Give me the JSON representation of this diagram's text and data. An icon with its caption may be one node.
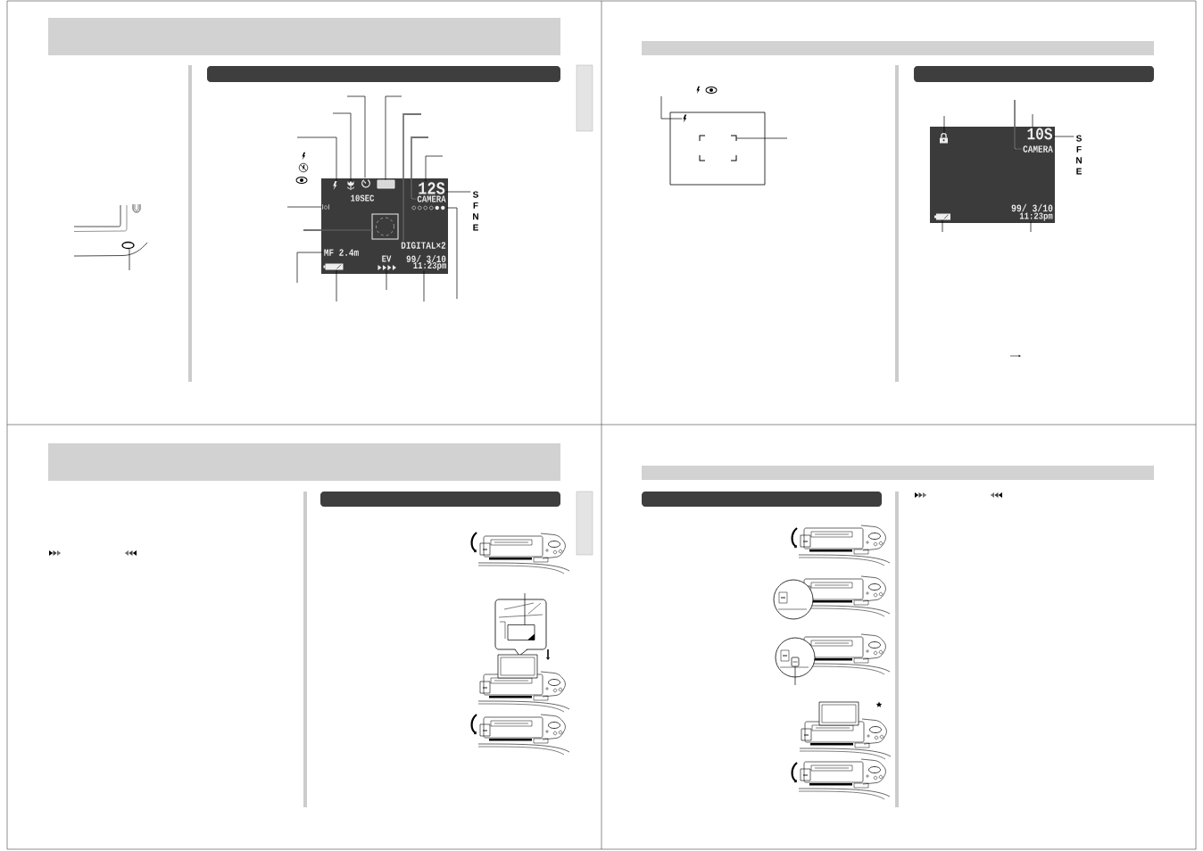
{
  "diagram": {
    "nodes": [
      {
        "text": [],
        "shape": "ellipse"
      },
      {
        "text": [],
        "shape": "box"
      },
      {
        "text": [],
        "shape": "picture",
        "in": 1
      },
      {
        "text": [],
        "shape": "picture",
        "in": 1
      },
      {
        "text": [],
        "shape": "picture",
        "in": 1
      },
      {
        "text": [],
        "shape": "box",
        "in": 1
      },
      {
        "text": [
          "10SEC"
        ],
        "in": 1
      },
      {
        "text": [
          "12S"
        ],
        "in": 1
      },
      {
        "text": [
          "CAMERA"
        ],
        "in": 1
      },
      {
        "text": [],
        "shape": "picture",
        "in": 1
      },
      {
        "text": [],
        "shape": "picture",
        "in": 1
      },
      {
        "text": [],
        "shape": "box",
        "in": 1
      },
      {
        "text": [
          "DIGITAL×2"
        ],
        "in": 1
      },
      {
        "text": [
          "MF 2.4m"
        ],
        "in": 1
      },
      {
        "text": [],
        "shape": "picture",
        "in": 1
      },
      {
        "text": [
          "EV"
        ],
        "in": 1
      },
      {
        "text": [],
        "shape": "picture",
        "in": 1
      },
      {
        "text": [
          "99/ 3/10"
        ],
        "in": 1
      },
      {
        "text": [
          "11:23pm"
        ],
        "in": 1
      },
      {
        "text": [],
        "shape": "box"
      },
      {
        "text": [],
        "shape": "picture",
        "in": 19
      },
      {
        "text": [],
        "shape": "picture",
        "in": 19
      },
      {
        "text": [],
        "shape": "box"
      },
      {
        "text": [],
        "shape": "picture",
        "in": 22
      },
      {
        "text": [
          "10S"
        ],
        "in": 22
      },
      {
        "text": [
          "CAMERA"
        ],
        "in": 22
      },
      {
        "text": [],
        "shape": "picture",
        "in": 22
      },
      {
        "text": [
          "99/ 3/10"
        ],
        "in": 22
      },
      {
        "text": [
          "11:23pm"
        ],
        "in": 22
      },
      {
        "text": [],
        "shape": "picture"
      },
      {
        "text": [],
        "shape": "picture"
      },
      {
        "text": [
          "S F N E"
        ]
      },
      {
        "text": [
          "S F N E"
        ]
      }
    ],
    "edges": [
      {
        "from": null,
        "to": 2,
        "arrow": "none"
      },
      {
        "from": null,
        "to": 3,
        "arrow": "none"
      },
      {
        "from": null,
        "to": 4,
        "arrow": "none"
      },
      {
        "from": null,
        "to": 5,
        "arrow": "none"
      },
      {
        "from": null,
        "to": 12,
        "arrow": "none"
      },
      {
        "from": null,
        "to": 8,
        "arrow": "none"
      },
      {
        "from": null,
        "to": 7,
        "arrow": "none"
      },
      {
        "from": 31,
        "to": 7,
        "arrow": "none"
      },
      {
        "from": null,
        "to": 9,
        "arrow": "none"
      },
      {
        "from": null,
        "to": 10,
        "arrow": "none"
      },
      {
        "from": null,
        "to": 11,
        "arrow": "none"
      },
      {
        "from": null,
        "to": 13,
        "arrow": "none"
      },
      {
        "from": null,
        "to": 14,
        "arrow": "none"
      },
      {
        "from": null,
        "to": 16,
        "arrow": "none"
      },
      {
        "from": null,
        "to": 18,
        "arrow": "none"
      },
      {
        "from": null,
        "to": 20,
        "arrow": "none"
      },
      {
        "from": null,
        "to": 21,
        "arrow": "none"
      },
      {
        "from": null,
        "to": 23,
        "arrow": "none"
      },
      {
        "from": null,
        "to": 24,
        "arrow": "none"
      },
      {
        "from": null,
        "to": 25,
        "arrow": "none"
      },
      {
        "from": 32,
        "to": 24,
        "arrow": "none"
      },
      {
        "from": null,
        "to": 26,
        "arrow": "none"
      },
      {
        "from": null,
        "to": 28,
        "arrow": "none"
      },
      {
        "from": null,
        "to": 0,
        "arrow": "none"
      },
      {
        "from": null,
        "to": 29,
        "arrow": "none"
      },
      {
        "from": null,
        "to": 30,
        "arrow": "none"
      }
    ]
  }
}
